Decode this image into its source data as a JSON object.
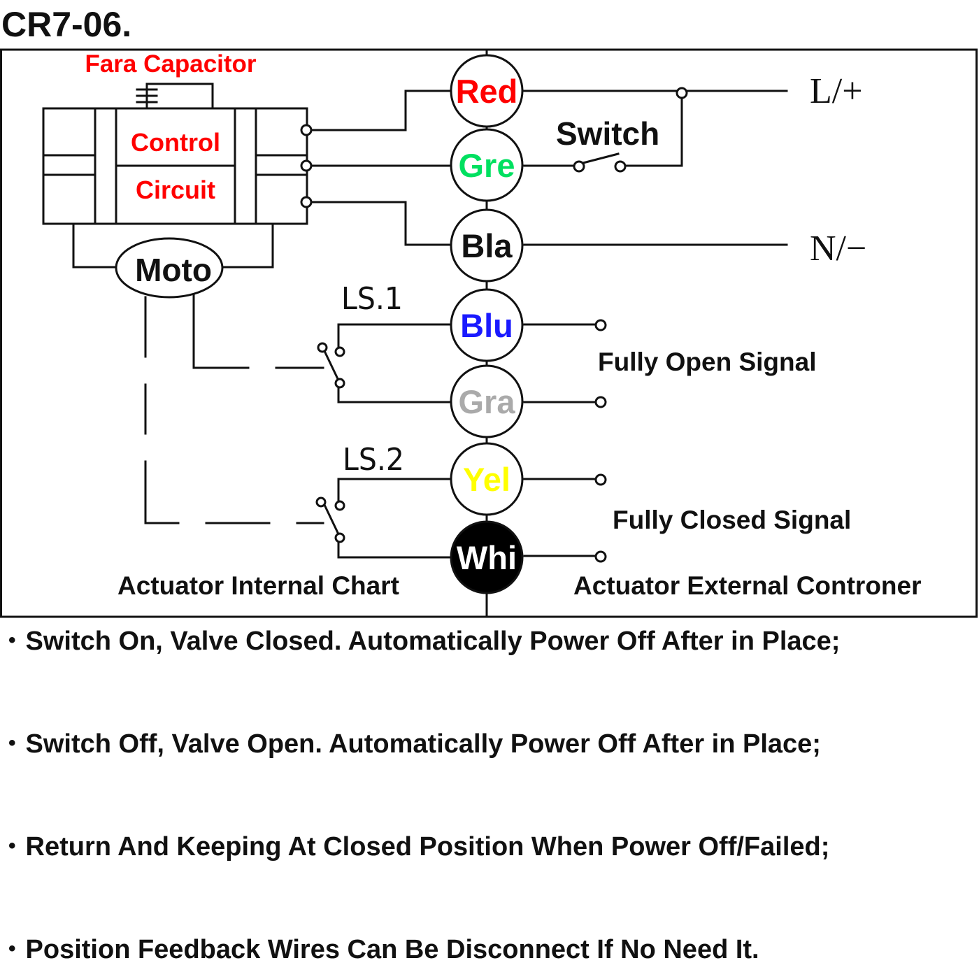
{
  "title": "CR7-06.",
  "internal": {
    "capacitor_label": "Fara Capacitor",
    "control_label": "Control",
    "circuit_label": "Circuit",
    "motor_label": "Moto",
    "ls1_label": "LS.1",
    "ls2_label": "LS.2",
    "section_label": "Actuator Internal Chart"
  },
  "terminals": [
    {
      "label": "Red",
      "color": "#ff0000",
      "fill": "#ffffff"
    },
    {
      "label": "Gre",
      "color": "#00e060",
      "fill": "#ffffff"
    },
    {
      "label": "Bla",
      "color": "#111111",
      "fill": "#ffffff"
    },
    {
      "label": "Blu",
      "color": "#1a1aff",
      "fill": "#ffffff"
    },
    {
      "label": "Gra",
      "color": "#aaaaaa",
      "fill": "#ffffff"
    },
    {
      "label": "Yel",
      "color": "#ffff00",
      "fill": "#ffffff"
    },
    {
      "label": "Whi",
      "color": "#ffffff",
      "fill": "#000000"
    }
  ],
  "external": {
    "line_label": "L/+",
    "neutral_label": "N/−",
    "switch_label": "Switch",
    "open_signal_label": "Fully Open Signal",
    "closed_signal_label": "Fully Closed Signal",
    "section_label": "Actuator External Controner"
  },
  "notes": [
    "Switch On, Valve Closed. Automatically Power Off After in Place;",
    "Switch Off, Valve Open. Automatically Power Off After in Place;",
    "Return And Keeping At Closed Position When Power Off/Failed;",
    "Position Feedback Wires Can Be Disconnect If No Need It."
  ],
  "colors": {
    "accent_red": "#ff0000",
    "line": "#111111"
  }
}
